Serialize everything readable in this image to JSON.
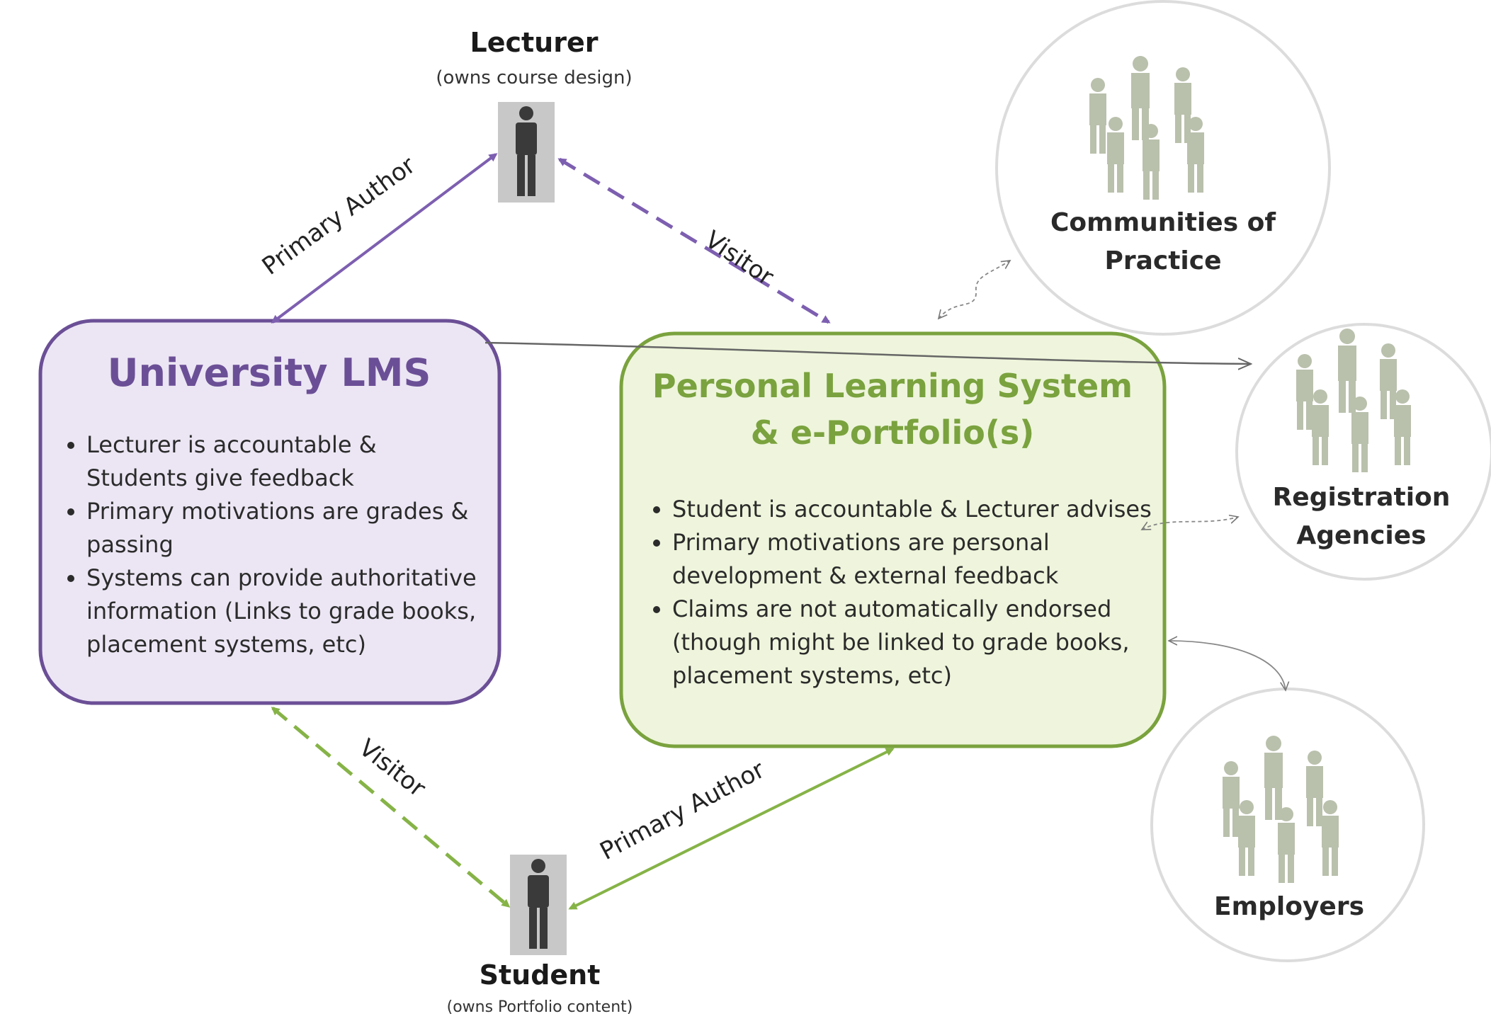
{
  "lecturer": {
    "title": "Lecturer",
    "subtitle": "(owns course design)"
  },
  "student": {
    "title": "Student",
    "subtitle": "(owns Portfolio content)"
  },
  "lms": {
    "title": "University LMS",
    "bullets": [
      "Lecturer is accountable & Students give feedback",
      "Primary motivations are grades & passing",
      "Systems can provide authoritative information (Links to grade books, placement systems, etc)"
    ]
  },
  "pls": {
    "title_line1": "Personal Learning System",
    "title_line2": "& e-Portfolio(s)",
    "bullets": [
      "Student is accountable & Lecturer advises",
      "Primary motivations are personal development & external feedback",
      "Claims are not automatically endorsed (though might be linked to grade books, placement systems, etc)"
    ]
  },
  "edges": {
    "lecturer_lms": "Primary Author",
    "lecturer_pls": "Visitor",
    "student_lms": "Visitor",
    "student_pls": "Primary Author"
  },
  "groups": {
    "communities_line1": "Communities of",
    "communities_line2": "Practice",
    "registration_line1": "Registration",
    "registration_line2": "Agencies",
    "employers": "Employers"
  },
  "colors": {
    "lms_border": "#6b4f96",
    "lms_fill": "#ece6f4",
    "pls_border": "#7aa23e",
    "pls_fill": "#eef5dc",
    "person_bg": "#c8c8c8",
    "person_figure": "#3a3a3a",
    "crowd": "#b9c0ac",
    "circle_border": "#dcdcdc",
    "purple_arrow": "#7d5fb0",
    "green_arrow": "#86b347"
  }
}
